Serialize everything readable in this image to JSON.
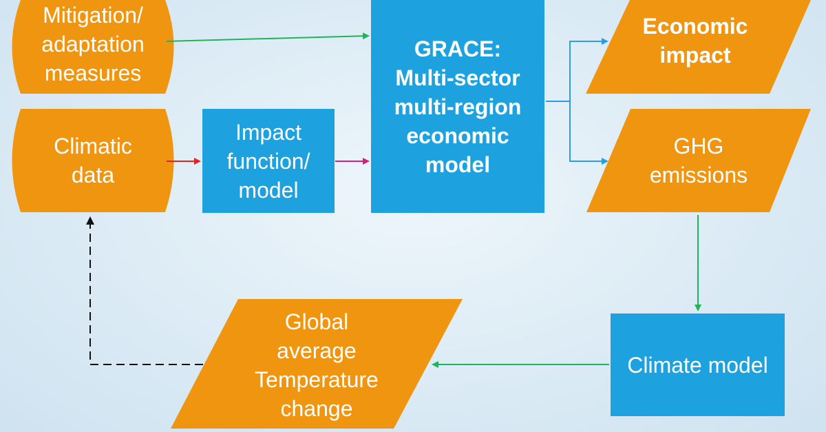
{
  "colors": {
    "orange": "#f0950f",
    "blue": "#1ea1df",
    "green_arrow": "#1fb35a",
    "red_arrow": "#e02424",
    "magenta_arrow": "#d6207f",
    "blue_arrow": "#2a9ee0",
    "dashed_arrow": "#111111"
  },
  "nodes": {
    "mitigation": {
      "lines": [
        "Mitigation/",
        "adaptation",
        "measures"
      ]
    },
    "climatic": {
      "lines": [
        "Climatic",
        "data"
      ]
    },
    "impact_function": {
      "lines": [
        "Impact",
        "function/",
        "model"
      ]
    },
    "grace": {
      "lines": [
        "GRACE:",
        "Multi-sector",
        "multi-region",
        "economic",
        "model"
      ]
    },
    "economic_impact": {
      "lines": [
        "Economic",
        "impact"
      ]
    },
    "ghg": {
      "lines": [
        "GHG",
        "emissions"
      ]
    },
    "climate_model": {
      "lines": [
        "Climate model"
      ]
    },
    "global_temp": {
      "lines": [
        "Global",
        "average",
        "Temperature",
        "change"
      ]
    }
  }
}
